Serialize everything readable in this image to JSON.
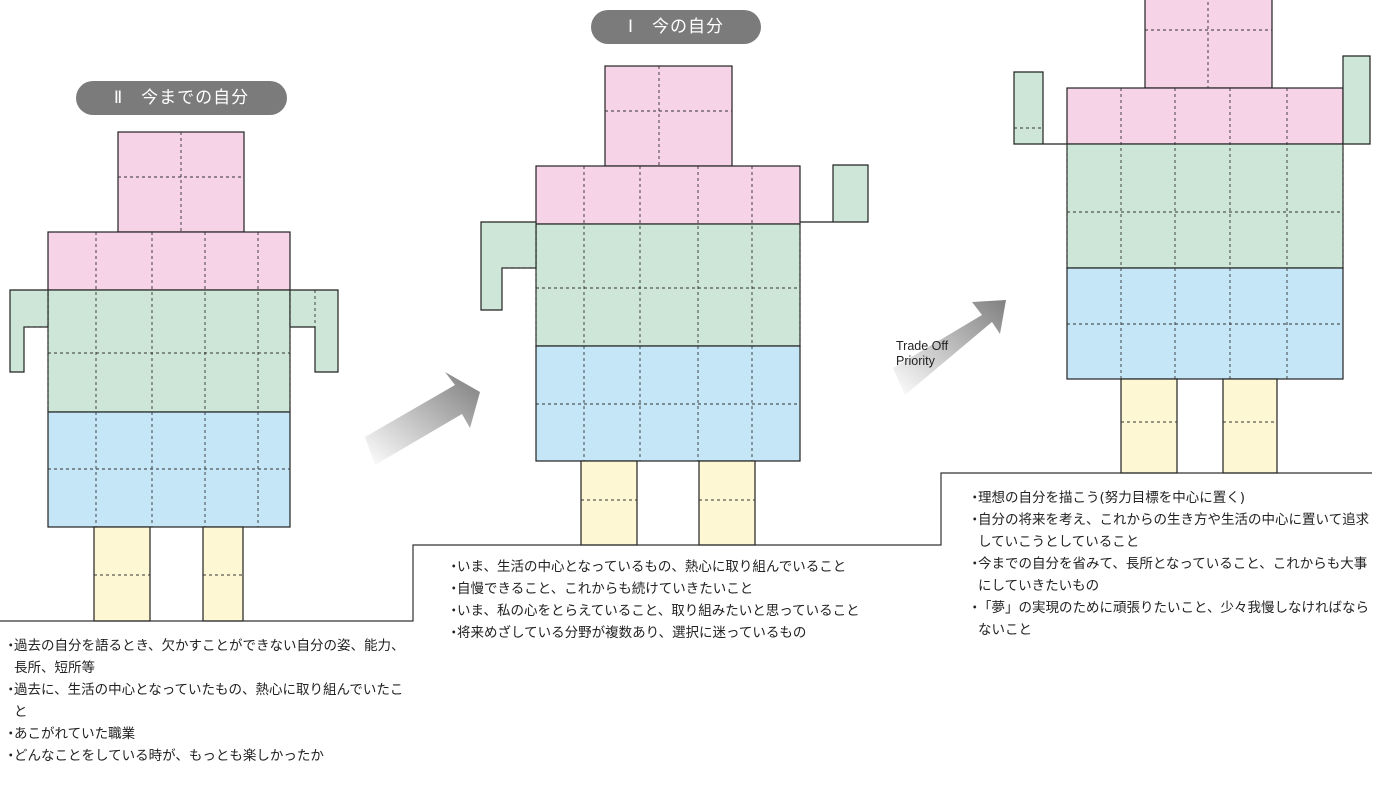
{
  "colors": {
    "pink": "#f6d3e6",
    "green": "#cde6d7",
    "blue": "#c5e6f7",
    "yellow": "#fdf7d3",
    "pill": "#7b7b7b",
    "arrow": "#8a8a8a"
  },
  "past_self": {
    "label": "Ⅱ　今までの自分",
    "items": [
      "過去の自分を語るとき、欠かすことができない自分の姿、能力、長所、短所等",
      "過去に、生活の中心となっていたもの、熱心に取り組んでいたこと",
      "あこがれていた職業",
      "どんなことをしている時が、もっとも楽しかったか"
    ]
  },
  "current_self": {
    "label": "Ⅰ　今の自分",
    "items": [
      "いま、生活の中心となっているもの、熱心に取り組んでいること",
      "自慢できること、これからも続けていきたいこと",
      "いま、私の心をとらえていること、取り組みたいと思っていること",
      "将来めざしている分野が複数あり、選択に迷っているもの"
    ]
  },
  "ideal_self": {
    "items": [
      "理想の自分を描こう(努力目標を中心に置く)",
      "自分の将来を考え、これからの生き方や生活の中心に置いて追求していこうとしていること",
      "今までの自分を省みて、長所となっていること、これからも大事にしていきたいもの",
      "「夢」の実現のために頑張りたいこと、少々我慢しなければならないこと"
    ]
  },
  "trade_off": {
    "line1": "Trade Off",
    "line2": "Priority"
  }
}
